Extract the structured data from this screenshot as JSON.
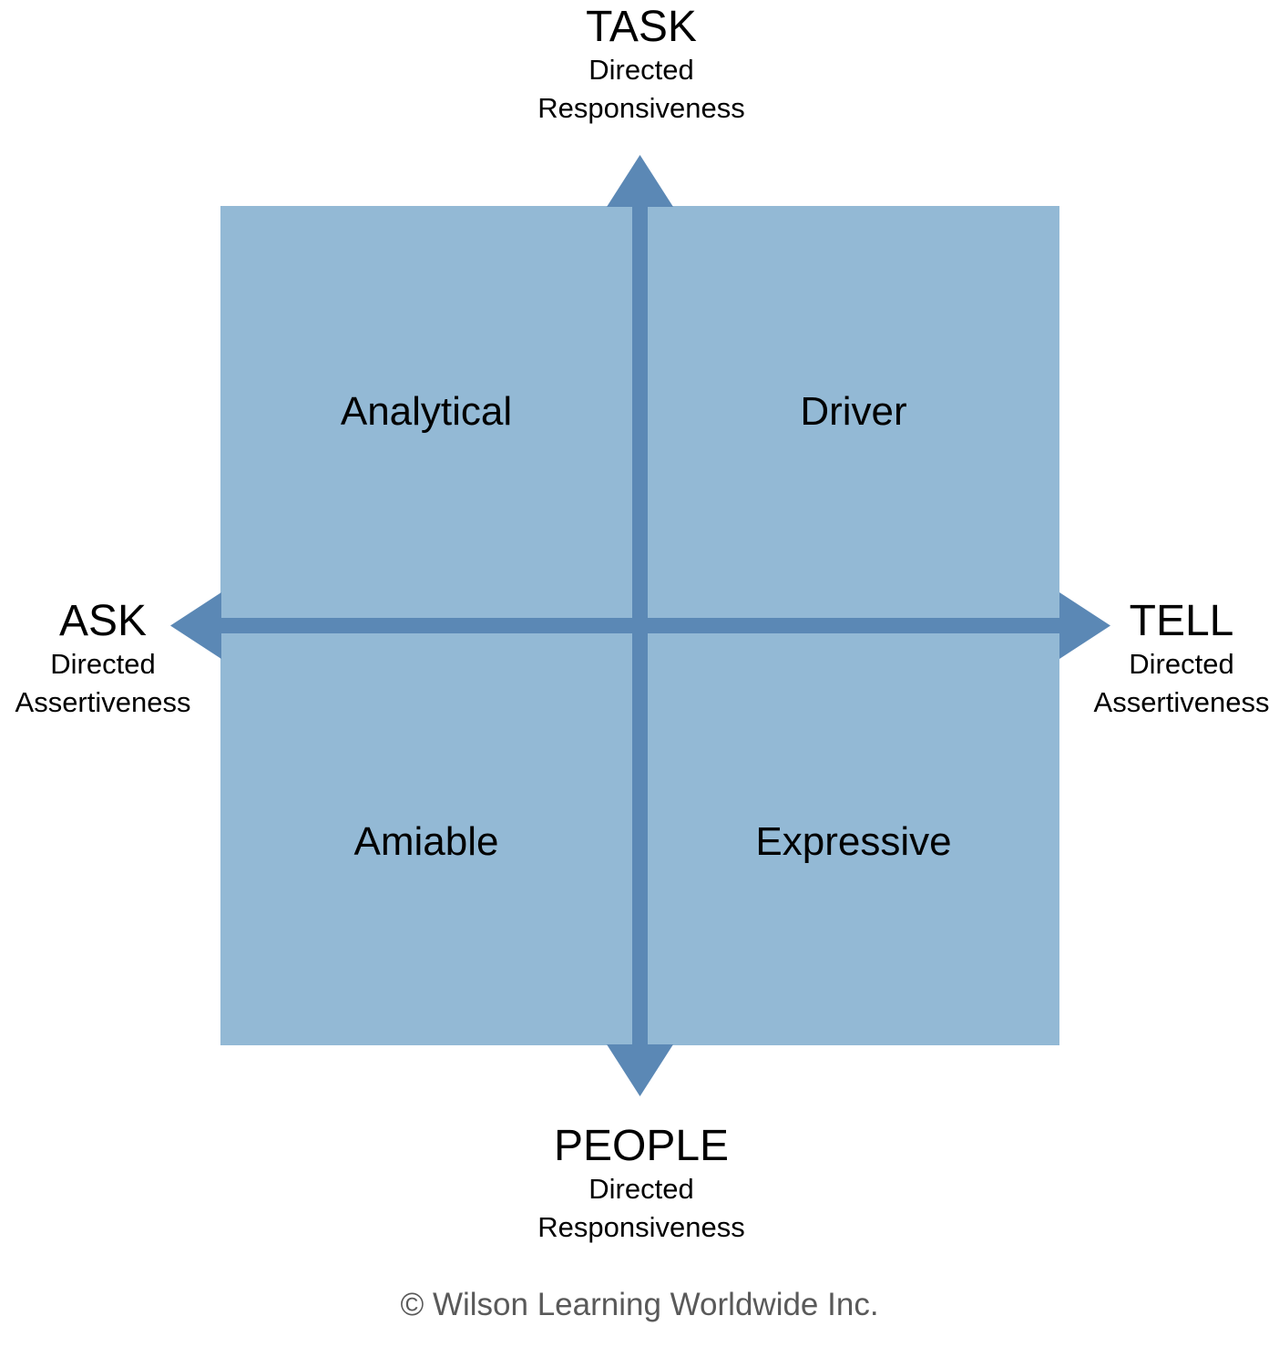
{
  "colors": {
    "quadrant_fill": "#93B9D5",
    "axis": "#5B88B5",
    "text": "#000000",
    "copyright_text": "#595959"
  },
  "quadrants": {
    "top_left": "Analytical",
    "top_right": "Driver",
    "bottom_left": "Amiable",
    "bottom_right": "Expressive"
  },
  "poles": {
    "top": {
      "main": "TASK",
      "line1": "Directed",
      "line2": "Responsiveness"
    },
    "bottom": {
      "main": "PEOPLE",
      "line1": "Directed",
      "line2": "Responsiveness"
    },
    "left": {
      "main": "ASK",
      "line1": "Directed",
      "line2": "Assertiveness"
    },
    "right": {
      "main": "TELL",
      "line1": "Directed",
      "line2": "Assertiveness"
    }
  },
  "copyright": "© Wilson Learning Worldwide Inc."
}
